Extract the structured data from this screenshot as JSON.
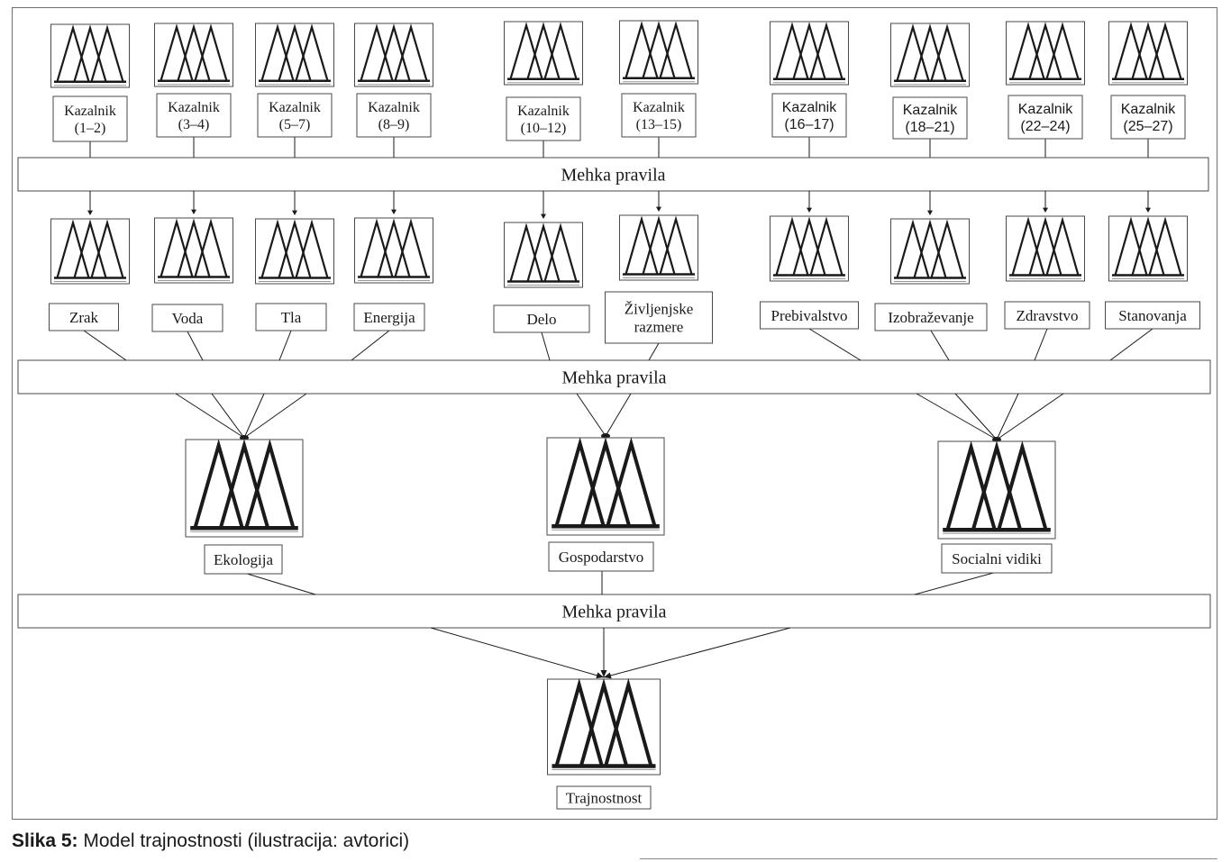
{
  "diagram": {
    "rules_label": "Mehka pravila",
    "indicators": [
      [
        "Kazalnik",
        "(1–2)"
      ],
      [
        "Kazalnik",
        "(3–4)"
      ],
      [
        "Kazalnik",
        "(5–7)"
      ],
      [
        "Kazalnik",
        "(8–9)"
      ],
      [
        "Kazalnik",
        "(10–12)"
      ],
      [
        "Kazalnik",
        "(13–15)"
      ],
      [
        "Kazalnik",
        "(16–17)"
      ],
      [
        "Kazalnik",
        "(18–21)"
      ],
      [
        "Kazalnik",
        "(22–24)"
      ],
      [
        "Kazalnik",
        "(25–27)"
      ]
    ],
    "sub_aspects": [
      [
        "Zrak"
      ],
      [
        "Voda"
      ],
      [
        "Tla"
      ],
      [
        "Energija"
      ],
      [
        "Delo"
      ],
      [
        "Življenjske",
        "razmere"
      ],
      [
        "Prebivalstvo"
      ],
      [
        "Izobraževanje"
      ],
      [
        "Zdravstvo"
      ],
      [
        "Stanovanja"
      ]
    ],
    "aspects": [
      [
        "Ekologija"
      ],
      [
        "Gospodarstvo"
      ],
      [
        "Socialni vidiki"
      ]
    ],
    "result": [
      [
        "Trajnostnost"
      ]
    ],
    "line_color": "#1a1a1a"
  },
  "caption": {
    "label": "Slika 5:",
    "text": " Model trajnostnosti (ilustracija: avtorici)"
  }
}
